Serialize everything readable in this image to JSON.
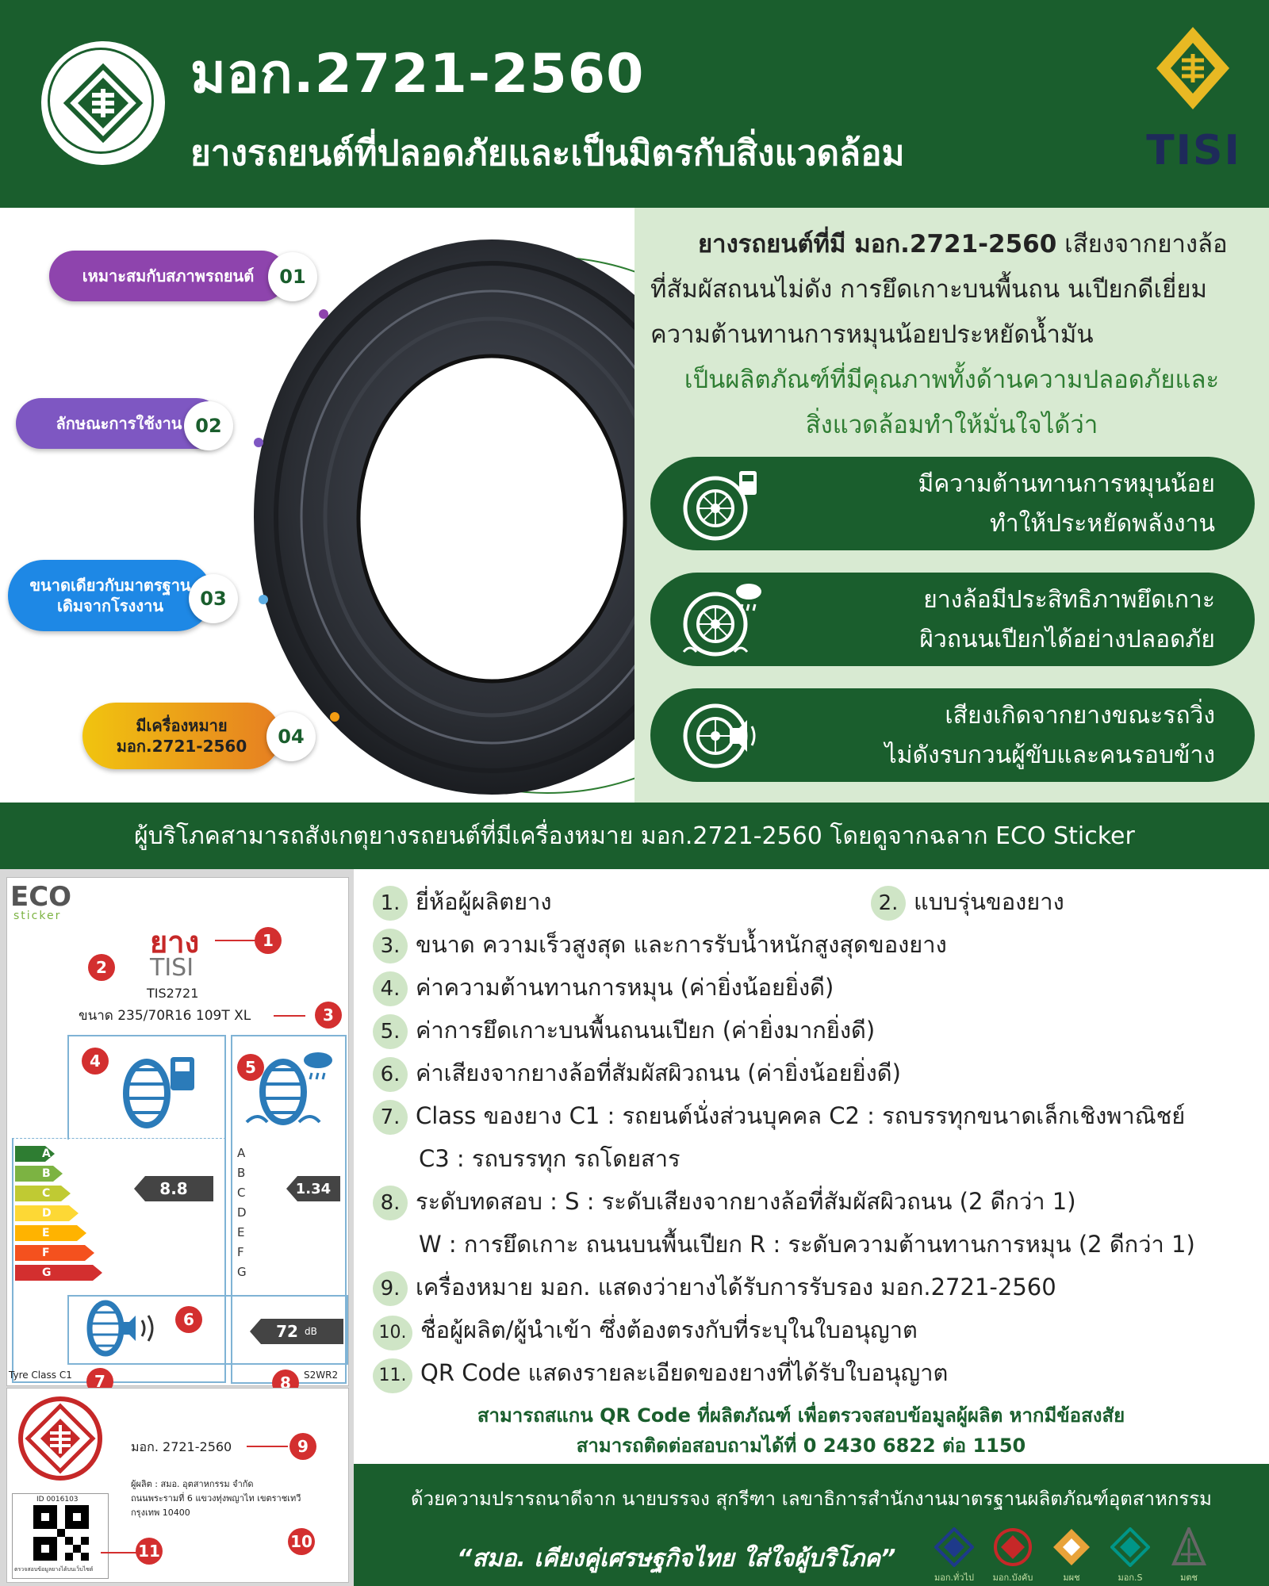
{
  "header": {
    "title": "มอก.2721-2560",
    "subtitle": "ยางรถยนต์ที่ปลอดภัยและเป็นมิตรกับสิ่งแวดล้อม",
    "brand": "TISI",
    "colors": {
      "primary": "#1a5e2d",
      "gold": "#e8b923",
      "navy": "#1e2a5a"
    }
  },
  "features": [
    {
      "num": "01",
      "label": "เหมาะสมกับสภาพรถยนต์",
      "color": "#8e44ad"
    },
    {
      "num": "02",
      "label": "ลักษณะการใช้งาน",
      "color": "#7e57c2"
    },
    {
      "num": "03",
      "label_line1": "ขนาดเดียวกับมาตรฐาน",
      "label_line2": "เดิมจากโรงงาน",
      "color": "#1e88e5"
    },
    {
      "num": "04",
      "label_line1": "มีเครื่องหมาย",
      "label_line2": "มอก.2721-2560",
      "color": "#f39c12"
    }
  ],
  "intro": {
    "line1_bold": "ยางรถยนต์ที่มี มอก.2721-2560",
    "line1_rest": " เสียงจากยางล้อ",
    "line2": "ที่สัมผัสถนนไม่ดัง การยึดเกาะบนพื้นถน นเปียกดีเยี่ยม",
    "line3": "ความต้านทานการหมุนน้อยประหยัดน้ำมัน",
    "line4": "เป็นผลิตภัณฑ์ที่มีคุณภาพทั้งด้านความปลอดภัยและ",
    "line5": "สิ่งแวดล้อมทำให้มั่นใจได้ว่า"
  },
  "benefits": [
    {
      "icon": "tire-fuel-icon",
      "line1": "มีความต้านทานการหมุนน้อย",
      "line2": "ทำให้ประหยัดพลังงาน"
    },
    {
      "icon": "tire-rain-icon",
      "line1": "ยางล้อมีประสิทธิภาพยึดเกาะ",
      "line2": "ผิวถนนเปียกได้อย่างปลอดภัย"
    },
    {
      "icon": "tire-sound-icon",
      "line1": "เสียงเกิดจากยางขณะรถวิ่ง",
      "line2": "ไม่ดังรบกวนผู้ขับและคนรอบข้าง"
    }
  ],
  "banner": "ผู้บริโภคสามารถสังเกตุยางรถยนต์ที่มีเครื่องหมาย มอก.2721-2560 โดยดูจากฉลาก ECO Sticker",
  "sticker": {
    "eco_label": "ECO",
    "sticker_label": "sticker",
    "brand_thai": "ยาง",
    "brand": "TISI",
    "model": "TIS2721",
    "size": "ขนาด 235/70R16 109T XL",
    "rolling_grades": [
      "A",
      "B",
      "C",
      "D",
      "E",
      "F",
      "G"
    ],
    "rolling_value": "8.8",
    "wet_grades": [
      "A",
      "B",
      "C",
      "D",
      "E",
      "F",
      "G"
    ],
    "wet_value": "1.34",
    "noise_value": "72",
    "noise_unit": "dB",
    "tyre_class": "Tyre Class C1",
    "test_level": "S2WR2",
    "std_mark": "มอก. 2721-2560",
    "maker_line1": "ผู้ผลิต : สมอ. อุตสาหกรรม จำกัด",
    "maker_line2": "ถนนพระรามที่ 6 แขวงทุ่งพญาไท เขตราชเทวี",
    "maker_line3": "กรุงเทพ 10400",
    "qr_id": "ID 0016103",
    "qr_caption": "ตรวจสอบข้อมูลยางได้บนเว็บไซต์",
    "badges": [
      "1",
      "2",
      "3",
      "4",
      "5",
      "6",
      "7",
      "8",
      "9",
      "10",
      "11"
    ],
    "grade_colors": [
      "#2e7d32",
      "#7cb342",
      "#c0ca33",
      "#fdd835",
      "#ffb300",
      "#f4511e",
      "#d32f2f"
    ]
  },
  "list": {
    "item1_num": "1.",
    "item1": "ยี่ห้อผู้ผลิตยาง",
    "item2_num": "2.",
    "item2": "แบบรุ่นของยาง",
    "item3_num": "3.",
    "item3": "ขนาด ความเร็วสูงสุด และการรับน้ำหนักสูงสุดของยาง",
    "item4_num": "4.",
    "item4": "ค่าความต้านทานการหมุน (ค่ายิ่งน้อยยิ่งดี)",
    "item5_num": "5.",
    "item5": "ค่าการยึดเกาะบนพื้นถนนเปียก (ค่ายิ่งมากยิ่งดี)",
    "item6_num": "6.",
    "item6": "ค่าเสียงจากยางล้อที่สัมผัสผิวถนน (ค่ายิ่งน้อยยิ่งดี)",
    "item7_num": "7.",
    "item7": "Class ของยาง  C1 : รถยนต์นั่งส่วนบุคคล C2 : รถบรรทุกขนาดเล็กเชิงพาณิชย์",
    "item7b": "C3 : รถบรรทุก รถโดยสาร",
    "item8_num": "8.",
    "item8": "ระดับทดสอบ : S : ระดับเสียงจากยางล้อที่สัมผัสผิวถนน (2 ดีกว่า 1)",
    "item8b": "W : การยึดเกาะ ถนนบนพื้นเปียก  R : ระดับความต้านทานการหมุน (2 ดีกว่า 1)",
    "item9_num": "9.",
    "item9": "เครื่องหมาย มอก. แสดงว่ายางได้รับการรับรอง มอก.2721-2560",
    "item10_num": "10.",
    "item10": "ชื่อผู้ผลิต/ผู้นำเข้า ซึ่งต้องตรงกับที่ระบุในใบอนุญาต",
    "item11_num": "11.",
    "item11": "QR Code แสดงรายละเอียดของยางที่ได้รับใบอนุญาต"
  },
  "qr_note": {
    "line1": "สามารถสแกน QR Code ที่ผลิตภัณฑ์ เพื่อตรวจสอบข้อมูลผู้ผลิต หากมีข้อสงสัย",
    "line2": "สามารถติดต่อสอบถามได้ที่ 0 2430 6822 ต่อ 1150"
  },
  "footer": {
    "thanks": "ด้วยความปรารถนาดีจาก นายบรรจง สุกรีฑา เลขาธิการสำนักงานมาตรฐานผลิตภัณฑ์อุตสาหกรรม",
    "slogan": "“สมอ. เคียงคู่เศรษฐกิจไทย ใส่ใจผู้บริโภค”",
    "logos": [
      {
        "label": "มอก.ทั่วไป",
        "color": "#1e3a8a"
      },
      {
        "label": "มอก.บังคับ",
        "color": "#c62828"
      },
      {
        "label": "มผช",
        "color": "#e8a33a"
      },
      {
        "label": "มอก.S",
        "color": "#009688"
      },
      {
        "label": "มตช",
        "color": "#666666"
      }
    ]
  }
}
